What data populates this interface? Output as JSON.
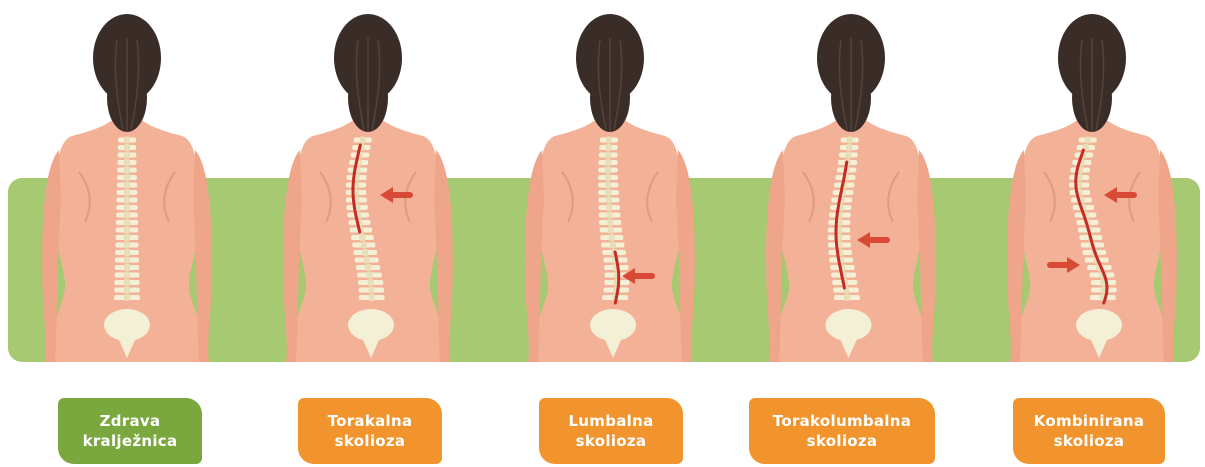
{
  "colors": {
    "background_band": "#a6c971",
    "skin": "#f3b197",
    "hair": "#3a2c26",
    "vertebra": "#f4f0d6",
    "curve": "#c62a24",
    "arrow": "#d94a36",
    "label_healthy": "#7aa83e",
    "label_scoliosis": "#f2942d"
  },
  "figures": [
    {
      "id": "healthy",
      "label_line1": "Zdrava",
      "label_line2": "kralježnica",
      "label_color": "#7aa83e",
      "curve": "none",
      "arrows": []
    },
    {
      "id": "thoracic",
      "label_line1": "Torakalna",
      "label_line2": "skolioza",
      "label_color": "#f2942d",
      "curve": "thoracic",
      "arrows": [
        "left-upper"
      ]
    },
    {
      "id": "lumbar",
      "label_line1": "Lumbalna",
      "label_line2": "skolioza",
      "label_color": "#f2942d",
      "curve": "lumbar",
      "arrows": [
        "left-lower"
      ]
    },
    {
      "id": "thoracolumbar",
      "label_line1": "Torakolumbalna",
      "label_line2": "skolioza",
      "label_color": "#f2942d",
      "curve": "thoracolumbar",
      "arrows": [
        "left-middle"
      ]
    },
    {
      "id": "combined",
      "label_line1": "Kombinirana",
      "label_line2": "skolioza",
      "label_color": "#f2942d",
      "curve": "combined",
      "arrows": [
        "left-upper",
        "right-lower"
      ]
    }
  ]
}
